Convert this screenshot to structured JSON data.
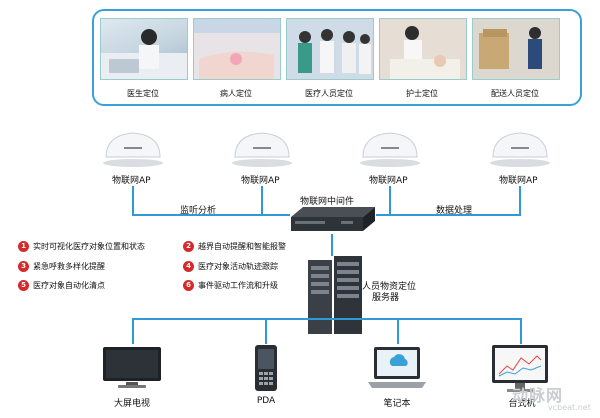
{
  "scenarios": [
    {
      "label": "医生定位"
    },
    {
      "label": "病人定位"
    },
    {
      "label": "医疗人员定位"
    },
    {
      "label": "护士定位"
    },
    {
      "label": "配送人员定位"
    }
  ],
  "aps": [
    {
      "label": "物联网AP"
    },
    {
      "label": "物联网AP"
    },
    {
      "label": "物联网AP"
    },
    {
      "label": "物联网AP"
    }
  ],
  "middleware": {
    "label": "物联网中间件"
  },
  "flow": {
    "left_label": "监听分析",
    "right_label": "数据处理"
  },
  "server": {
    "label_line1": "人员物资定位",
    "label_line2": "服务器"
  },
  "features": [
    {
      "num": "1",
      "text": "实时可视化医疗对象位置和状态"
    },
    {
      "num": "2",
      "text": "越界自动提醒和智能报警"
    },
    {
      "num": "3",
      "text": "紧急呼救多样化提醒"
    },
    {
      "num": "4",
      "text": "医疗对象活动轨迹跟踪"
    },
    {
      "num": "5",
      "text": "医疗对象自动化清点"
    },
    {
      "num": "6",
      "text": "事件驱动工作流和升级"
    }
  ],
  "devices": [
    {
      "label": "大屏电视",
      "icon": "tv-icon"
    },
    {
      "label": "PDA",
      "icon": "pda-icon"
    },
    {
      "label": "笔记本",
      "icon": "laptop-icon"
    },
    {
      "label": "台式机",
      "icon": "desktop-icon"
    }
  ],
  "watermark": {
    "brand": "动脉网",
    "url": "vcbeat.net"
  },
  "colors": {
    "accent": "#2f9ad6",
    "badge": "#d42a2a"
  }
}
